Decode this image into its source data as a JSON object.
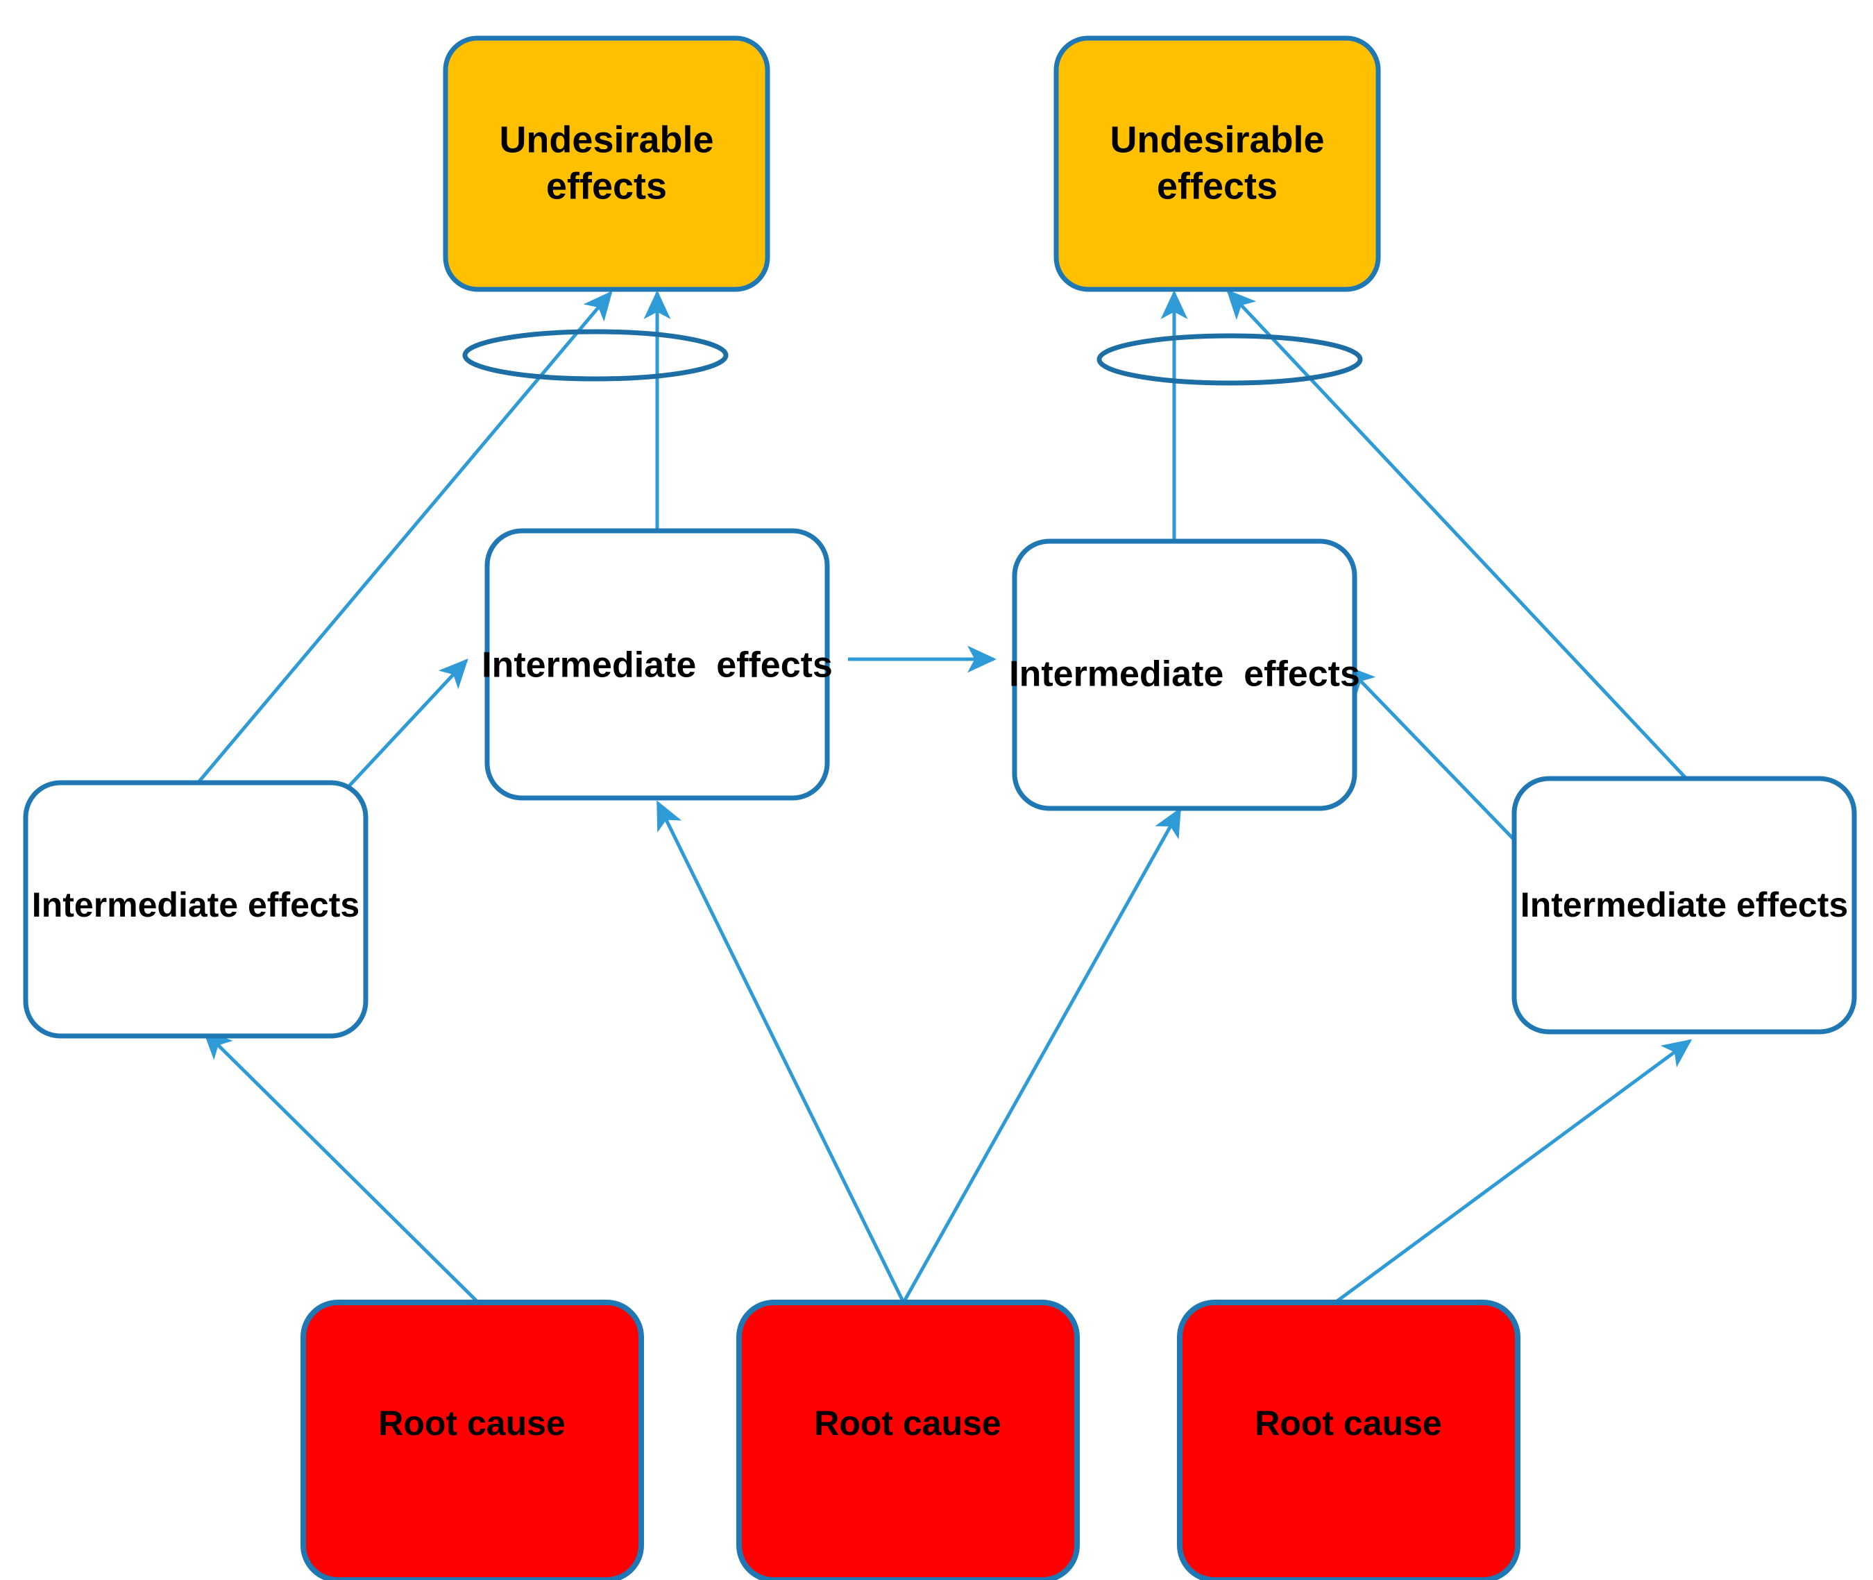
{
  "diagram": {
    "title": "Root cause analysis current reality tree",
    "background_color": "#ffffff",
    "colors": {
      "undesirable_fill": "#FFC000",
      "undesirable_border": "#1F77B4",
      "intermediate_fill": "#FFFFFF",
      "intermediate_border": "#1F77B4",
      "root_cause_fill": "#FF0000",
      "root_cause_border": "#1F77B4",
      "arrow": "#2E9BD6",
      "ellipse_stroke": "#1C6EA4",
      "text": "#000000"
    },
    "nodes": {
      "undesirable_effects_left": {
        "label_line1": "Undesirable",
        "label_line2": "effects",
        "type": "undesirable-effect"
      },
      "undesirable_effects_right": {
        "label_line1": "Undesirable",
        "label_line2": "effects",
        "type": "undesirable-effect"
      },
      "intermediate_center_left": {
        "label": "Intermediate  effects",
        "type": "intermediate-effect"
      },
      "intermediate_center_right": {
        "label": "Intermediate  effects",
        "type": "intermediate-effect"
      },
      "intermediate_far_left": {
        "label": "Intermediate effects",
        "type": "intermediate-effect"
      },
      "intermediate_far_right": {
        "label": "Intermediate effects",
        "type": "intermediate-effect"
      },
      "root_cause_1": {
        "label": "Root cause",
        "type": "root-cause"
      },
      "root_cause_2": {
        "label": "Root cause",
        "type": "root-cause"
      },
      "root_cause_3": {
        "label": "Root cause",
        "type": "root-cause"
      }
    },
    "connectors": [
      {
        "name": "far-left-to-undesirable-left",
        "from": "intermediate_far_left",
        "to": "undesirable_effects_left",
        "style": "arrow"
      },
      {
        "name": "center-left-to-undesirable-left",
        "from": "intermediate_center_left",
        "to": "undesirable_effects_left",
        "style": "arrow"
      },
      {
        "name": "center-right-to-undesirable-right",
        "from": "intermediate_center_right",
        "to": "undesirable_effects_right",
        "style": "arrow"
      },
      {
        "name": "far-right-to-undesirable-right",
        "from": "intermediate_far_right",
        "to": "undesirable_effects_right",
        "style": "arrow"
      },
      {
        "name": "far-left-to-center-left",
        "from": "intermediate_far_left",
        "to": "intermediate_center_left",
        "style": "arrow"
      },
      {
        "name": "center-left-to-center-right",
        "from": "intermediate_center_left",
        "to": "intermediate_center_right",
        "style": "arrow"
      },
      {
        "name": "far-right-to-center-right",
        "from": "intermediate_far_right",
        "to": "intermediate_center_right",
        "style": "arrow"
      },
      {
        "name": "root-cause-1-to-far-left",
        "from": "root_cause_1",
        "to": "intermediate_far_left",
        "style": "arrow"
      },
      {
        "name": "root-cause-2-to-center-left",
        "from": "root_cause_2",
        "to": "intermediate_center_left",
        "style": "arrow"
      },
      {
        "name": "root-cause-2-to-center-right",
        "from": "root_cause_2",
        "to": "intermediate_center_right",
        "style": "arrow"
      },
      {
        "name": "root-cause-3-to-far-right",
        "from": "root_cause_3",
        "to": "intermediate_far_right",
        "style": "arrow"
      }
    ],
    "and_connectors": [
      {
        "name": "and-ellipse-left",
        "under": "undesirable_effects_left"
      },
      {
        "name": "and-ellipse-right",
        "under": "undesirable_effects_right"
      }
    ]
  }
}
